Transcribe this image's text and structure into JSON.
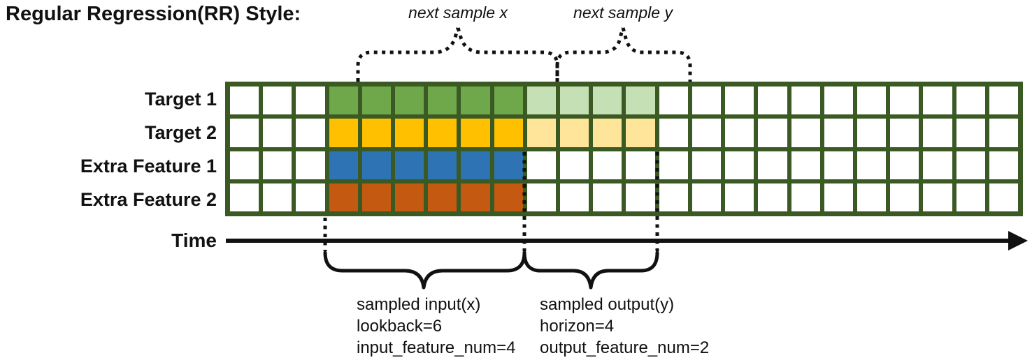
{
  "title": "Regular Regression(RR) Style:",
  "colors": {
    "grid_border": "#3B5A23",
    "cell_empty": "#FFFFFF",
    "annotation": "#111111"
  },
  "top_braces": {
    "next_sample_x": "next sample x",
    "next_sample_y": "next sample y"
  },
  "rows": [
    {
      "label": "Target 1",
      "input_color": "#6FA84B",
      "output_color": "#C5E0B4"
    },
    {
      "label": "Target 2",
      "input_color": "#FFC000",
      "output_color": "#FFE599"
    },
    {
      "label": "Extra Feature 1",
      "input_color": "#2E74B5",
      "output_color": null
    },
    {
      "label": "Extra Feature 2",
      "input_color": "#C45911",
      "output_color": null
    }
  ],
  "grid": {
    "columns_total": 24,
    "columns_before_input": 3,
    "input_columns": 6,
    "output_columns": 4
  },
  "time_axis": {
    "label": "Time"
  },
  "bottom_annotations": {
    "input": {
      "lines": [
        "sampled input(x)",
        "lookback=6",
        "input_feature_num=4"
      ]
    },
    "output": {
      "lines": [
        "sampled output(y)",
        "horizon=4",
        "output_feature_num=2"
      ]
    }
  }
}
